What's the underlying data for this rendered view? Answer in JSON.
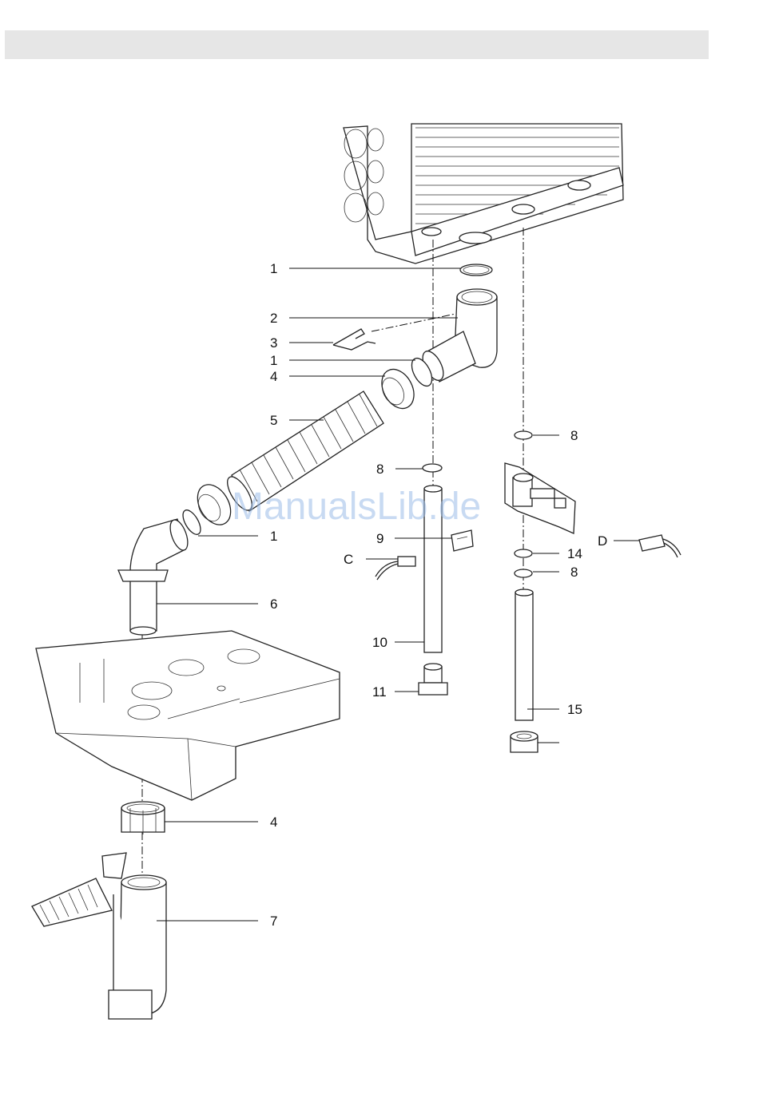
{
  "callouts": [
    {
      "id": "c1a",
      "label": "1"
    },
    {
      "id": "c2",
      "label": "2"
    },
    {
      "id": "c3",
      "label": "3"
    },
    {
      "id": "c1b",
      "label": "1"
    },
    {
      "id": "c4a",
      "label": "4"
    },
    {
      "id": "c5",
      "label": "5"
    },
    {
      "id": "c8a",
      "label": "8"
    },
    {
      "id": "c8b",
      "label": "8"
    },
    {
      "id": "c1c",
      "label": "1"
    },
    {
      "id": "c9",
      "label": "9"
    },
    {
      "id": "cC",
      "label": "C"
    },
    {
      "id": "c14",
      "label": "14"
    },
    {
      "id": "cD",
      "label": "D"
    },
    {
      "id": "c8c",
      "label": "8"
    },
    {
      "id": "c6",
      "label": "6"
    },
    {
      "id": "c10",
      "label": "10"
    },
    {
      "id": "c11",
      "label": "11"
    },
    {
      "id": "c15",
      "label": "15"
    },
    {
      "id": "c4b",
      "label": "4"
    },
    {
      "id": "c7",
      "label": "7"
    }
  ],
  "watermark": "ManualsLib.de"
}
